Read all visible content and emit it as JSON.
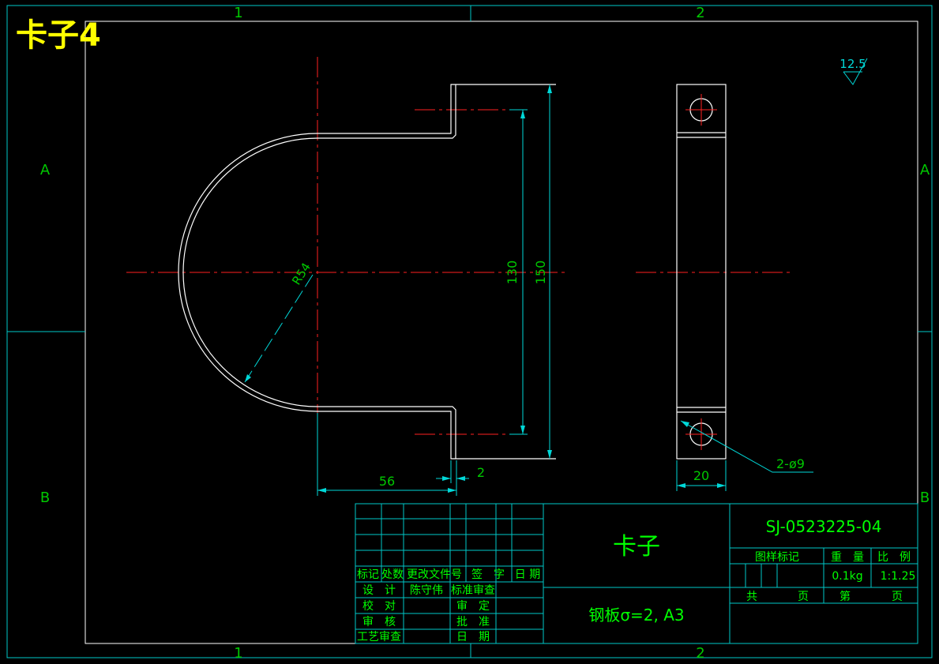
{
  "colors": {
    "background": "#000000",
    "outline": "#ffffff",
    "centerline": "#ff2020",
    "dimension": "#00d8d8",
    "text": "#00ff00",
    "title": "#ffff00",
    "grid_label": "#00c800"
  },
  "sheet_title": "卡子4",
  "zones": {
    "col_1": "1",
    "col_2": "2",
    "row_a": "A",
    "row_b": "B"
  },
  "surface_roughness": "12.5",
  "dimensions": {
    "radius": "R54",
    "inner_height": "130",
    "outer_height": "150",
    "flange_length": "56",
    "thickness": "2",
    "width": "20",
    "holes": "2-ø9"
  },
  "title_block": {
    "part_name": "卡子",
    "drawing_number": "SJ-0523225-04",
    "material": "钢板σ=2, A3",
    "revision_headers": {
      "mark": "标记",
      "count": "处数",
      "change_doc": "更改文件号",
      "signature": "签　字",
      "date": "日 期"
    },
    "rows": {
      "design": "设　计",
      "designer": "陈守伟",
      "standard_review": "标准审查",
      "check": "校　对",
      "approve_final": "审　定",
      "review": "审　核",
      "approve": "批　准",
      "process_review": "工艺审查",
      "date": "日　期"
    },
    "sample_mark": "图样标记",
    "weight_label": "重　量",
    "scale_label": "比　例",
    "weight": "0.1kg",
    "scale": "1:1.25",
    "total_label": "共",
    "page_label": "页",
    "sheet_label": "第",
    "sheet_page_label": "页"
  }
}
